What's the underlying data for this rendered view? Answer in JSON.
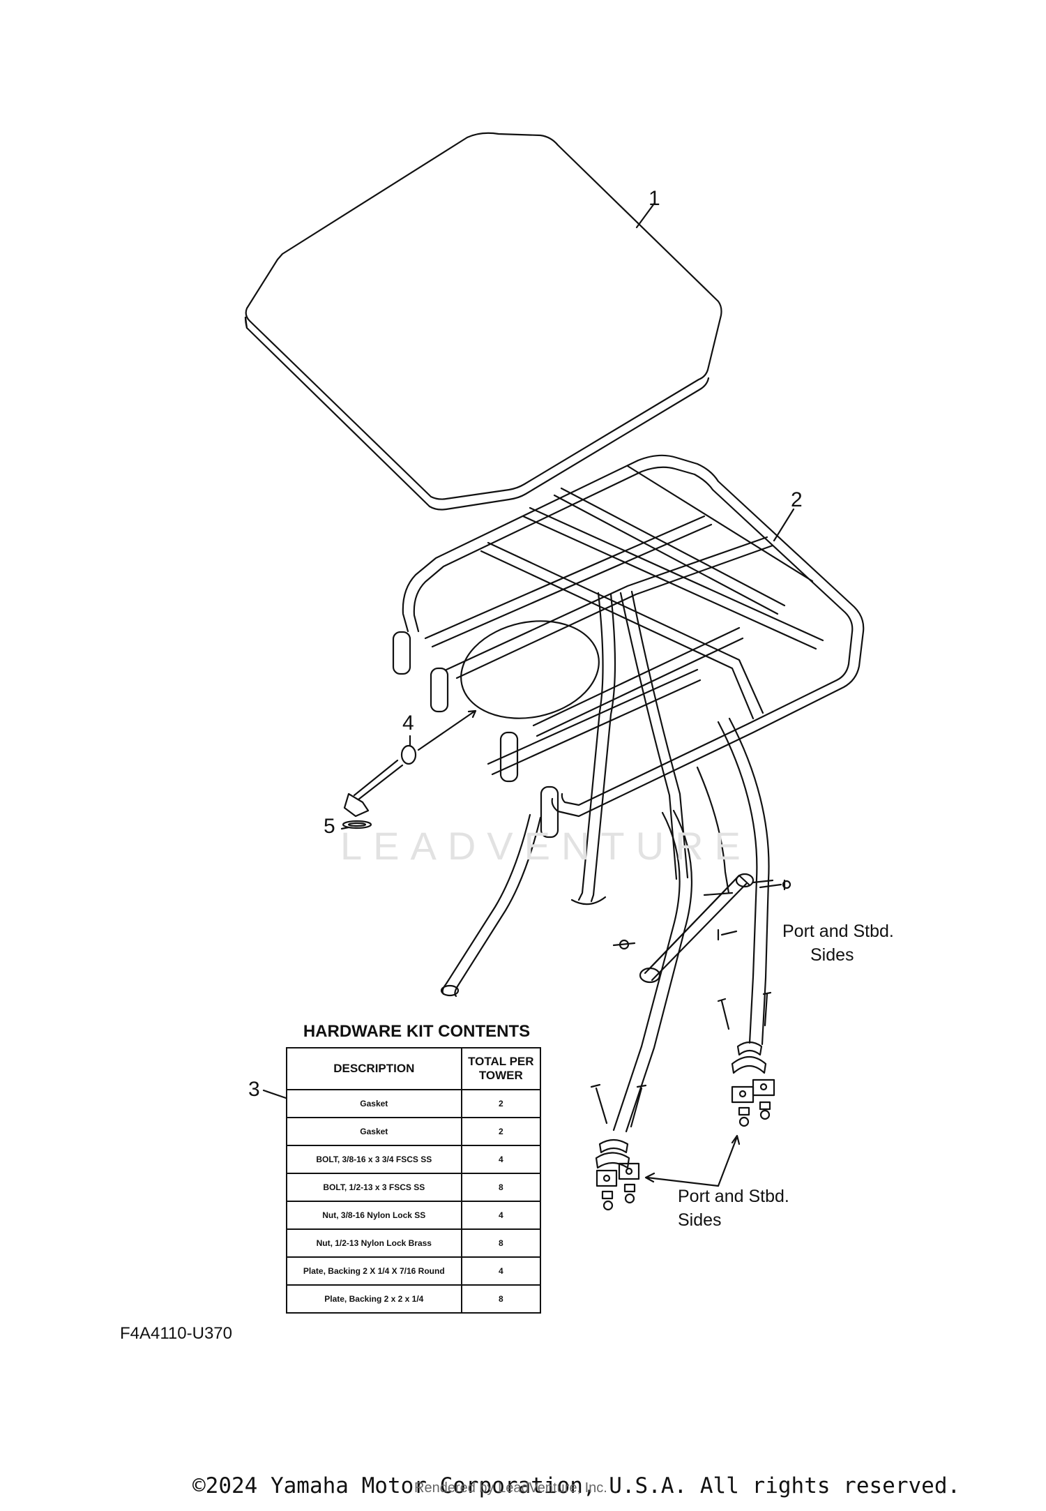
{
  "callouts": [
    {
      "id": "1",
      "label": "1"
    },
    {
      "id": "2",
      "label": "2"
    },
    {
      "id": "3",
      "label": "3"
    },
    {
      "id": "4",
      "label": "4"
    },
    {
      "id": "5",
      "label": "5"
    }
  ],
  "notes": {
    "upper_line1": "Port and Stbd.",
    "upper_line2": "Sides",
    "lower_line1": "Port and Stbd.",
    "lower_line2": "Sides"
  },
  "hardware_kit": {
    "title": "HARDWARE KIT CONTENTS",
    "col_description": "DESCRIPTION",
    "col_total_line1": "TOTAL PER",
    "col_total_line2": "TOWER",
    "rows": [
      {
        "description": "Gasket",
        "qty": "2"
      },
      {
        "description": "Gasket",
        "qty": "2"
      },
      {
        "description": "BOLT, 3/8-16 x 3 3/4 FSCS SS",
        "qty": "4"
      },
      {
        "description": "BOLT, 1/2-13 x 3 FSCS SS",
        "qty": "8"
      },
      {
        "description": "Nut, 3/8-16 Nylon Lock SS",
        "qty": "4"
      },
      {
        "description": "Nut, 1/2-13 Nylon Lock Brass",
        "qty": "8"
      },
      {
        "description": "Plate, Backing 2 X 1/4 X 7/16 Round",
        "qty": "4"
      },
      {
        "description": "Plate, Backing 2 x 2 x 1/4",
        "qty": "8"
      }
    ]
  },
  "figure_code": "F4A4110-U370",
  "watermark": "LEADVENTURE",
  "copyright": "©2024 Yamaha Motor Corporation, U.S.A. All rights reserved.",
  "rendered_by": "Rendered by LeadVenture, Inc."
}
